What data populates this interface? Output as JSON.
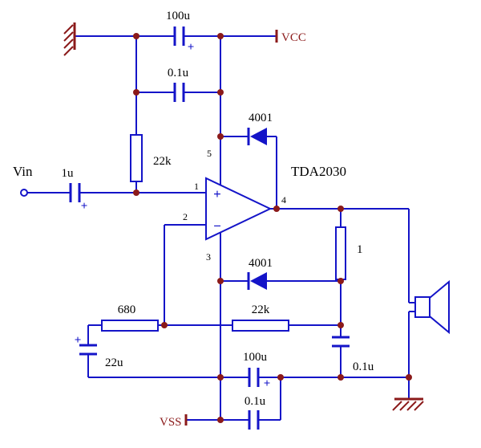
{
  "colors": {
    "wire": "#1414C8",
    "power": "#8B1A1A",
    "junction": "#8B1A1A",
    "text": "#000000",
    "background": "#FFFFFF"
  },
  "power": {
    "vcc": "VCC",
    "vss": "VSS"
  },
  "input": {
    "signal": "Vin"
  },
  "ic": {
    "name": "TDA2030",
    "plus": "+",
    "minus": "−",
    "pins": {
      "p1": "1",
      "p2": "2",
      "p3": "3",
      "p4": "4",
      "p5": "5"
    }
  },
  "components": {
    "c_vcc_bulk": "100u",
    "c_vcc_hf": "0.1u",
    "r_bias": "22k",
    "d_vcc": "4001",
    "c_in": "1u",
    "r_fb": "22k",
    "d_vss": "4001",
    "r_series": "680",
    "c_series": "22u",
    "c_vss_bulk": "100u",
    "c_vss_hf": "0.1u",
    "r_zobel": "1",
    "c_zobel": "0.1u",
    "polarity": "+"
  }
}
